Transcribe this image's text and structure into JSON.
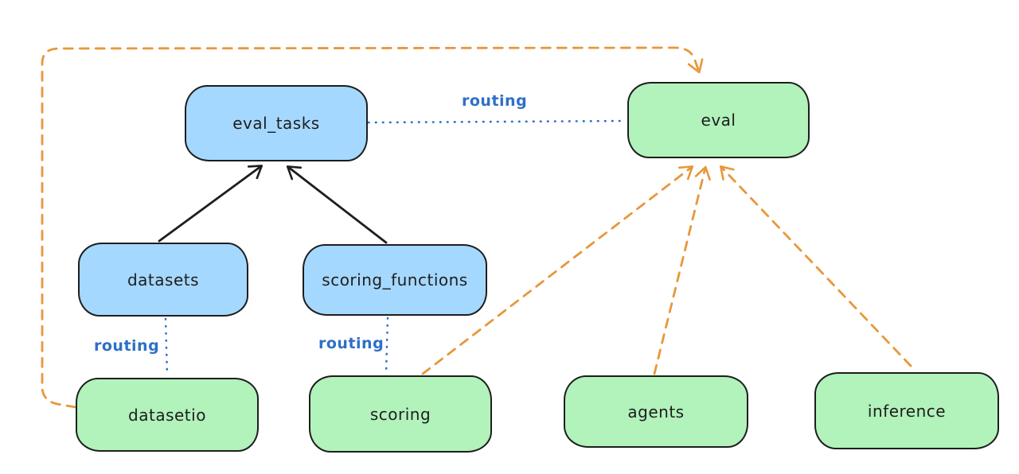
{
  "diagram": {
    "nodes": {
      "eval_tasks": {
        "label": "eval_tasks",
        "fill": "#a5d8ff"
      },
      "eval": {
        "label": "eval",
        "fill": "#b2f2bb"
      },
      "datasets": {
        "label": "datasets",
        "fill": "#a5d8ff"
      },
      "scoring_functions": {
        "label": "scoring_functions",
        "fill": "#a5d8ff"
      },
      "datasetio": {
        "label": "datasetio",
        "fill": "#b2f2bb"
      },
      "scoring": {
        "label": "scoring",
        "fill": "#b2f2bb"
      },
      "agents": {
        "label": "agents",
        "fill": "#b2f2bb"
      },
      "inference": {
        "label": "inference",
        "fill": "#b2f2bb"
      }
    },
    "edge_labels": {
      "eval_tasks_to_eval": "routing",
      "datasets_to_datasetio": "routing",
      "scoring_functions_to_scoring": "routing"
    },
    "edges": [
      {
        "from": "datasets",
        "to": "eval_tasks",
        "style": "solid",
        "color": "#1e1e1e",
        "arrow": true
      },
      {
        "from": "scoring_functions",
        "to": "eval_tasks",
        "style": "solid",
        "color": "#1e1e1e",
        "arrow": true
      },
      {
        "from": "eval_tasks",
        "to": "eval",
        "style": "dotted",
        "color": "#2e6fc7",
        "arrow": false,
        "label": "routing"
      },
      {
        "from": "datasets",
        "to": "datasetio",
        "style": "dotted",
        "color": "#2e6fc7",
        "arrow": false,
        "label": "routing"
      },
      {
        "from": "scoring_functions",
        "to": "scoring",
        "style": "dotted",
        "color": "#2e6fc7",
        "arrow": false,
        "label": "routing"
      },
      {
        "from": "datasetio",
        "to": "eval",
        "style": "dashed",
        "color": "#e8973a",
        "arrow": true
      },
      {
        "from": "scoring",
        "to": "eval",
        "style": "dashed",
        "color": "#e8973a",
        "arrow": true
      },
      {
        "from": "agents",
        "to": "eval",
        "style": "dashed",
        "color": "#e8973a",
        "arrow": true
      },
      {
        "from": "inference",
        "to": "eval",
        "style": "dashed",
        "color": "#e8973a",
        "arrow": true
      }
    ],
    "colors": {
      "blue_fill": "#a5d8ff",
      "green_fill": "#b2f2bb",
      "stroke": "#1e1e1e",
      "orange_dash": "#e8973a",
      "routing_blue": "#2e6fc7",
      "background": "#ffffff"
    }
  }
}
